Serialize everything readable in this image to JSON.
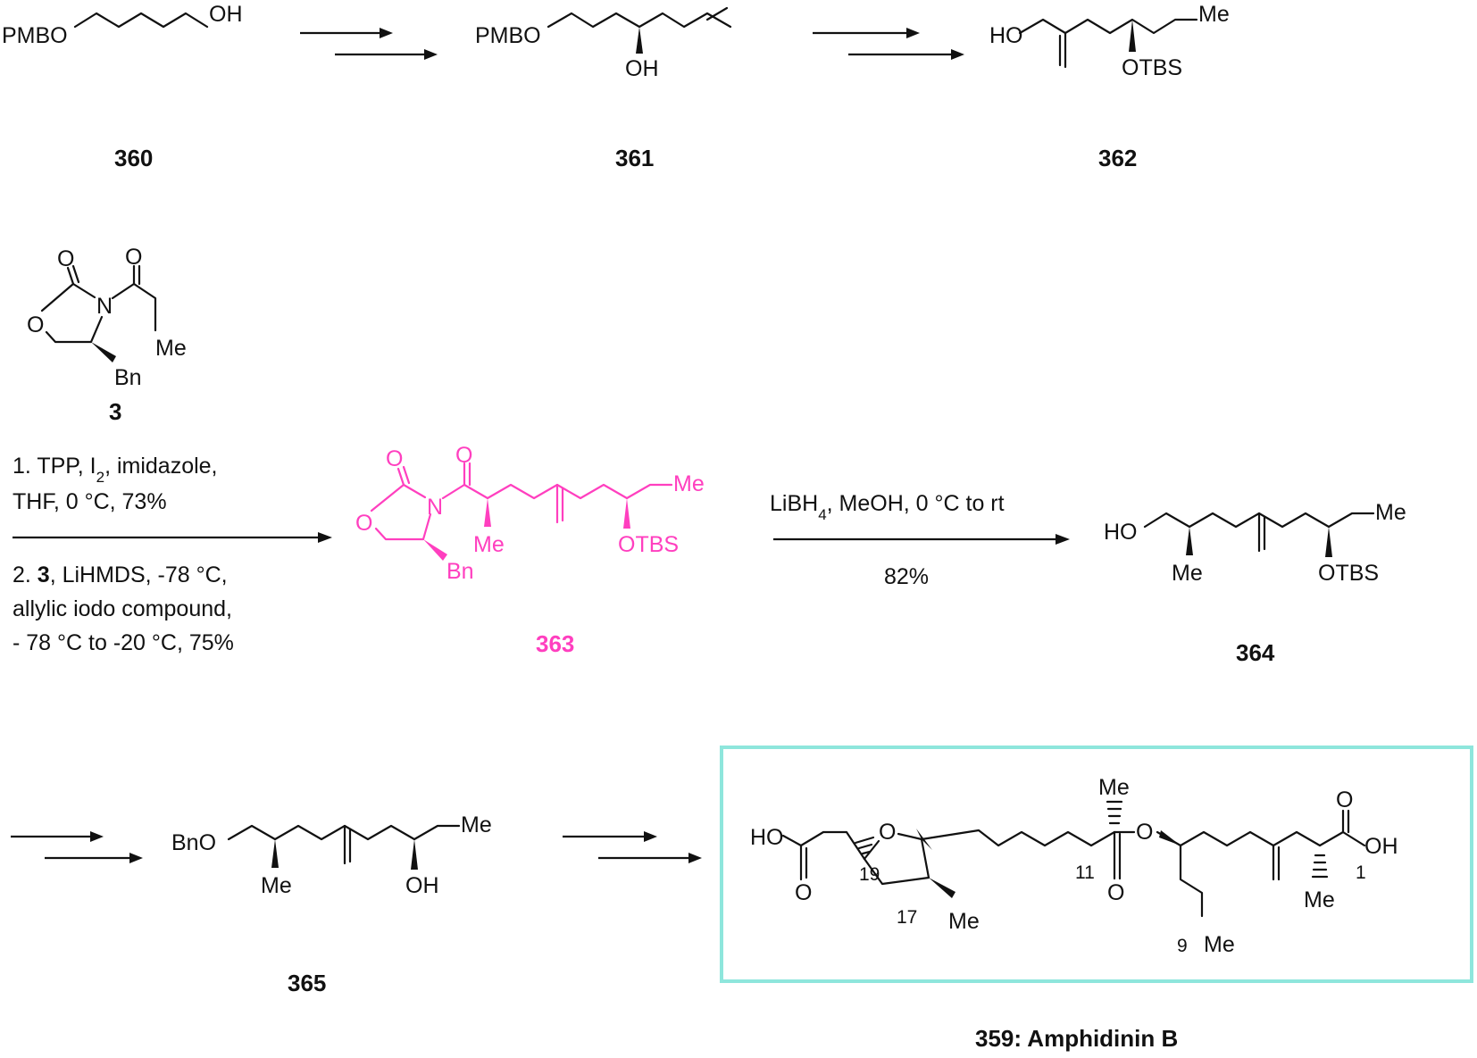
{
  "compounds": {
    "c360": {
      "id": "360",
      "labels": [
        "PMBO",
        "OH"
      ]
    },
    "c361": {
      "id": "361",
      "labels": [
        "PMBO",
        "OH"
      ]
    },
    "c362": {
      "id": "362",
      "labels": [
        "HO",
        "Me",
        "OTBS"
      ]
    },
    "c3": {
      "id": "3",
      "labels": [
        "O",
        "O",
        "N",
        "O",
        "Me",
        "Bn"
      ]
    },
    "c363": {
      "id": "363",
      "labels": [
        "O",
        "O",
        "N",
        "O",
        "Me",
        "Bn",
        "Me",
        "OTBS"
      ]
    },
    "c364": {
      "id": "364",
      "labels": [
        "HO",
        "Me",
        "OTBS",
        "Me"
      ]
    },
    "c365": {
      "id": "365",
      "labels": [
        "BnO",
        "Me",
        "OH",
        "Me"
      ]
    },
    "c359": {
      "id": "359: Amphidinin B",
      "labels": [
        "HO",
        "O",
        "O",
        "Me",
        "Me",
        "O",
        "O",
        "O",
        "OH",
        "Me",
        "Me"
      ],
      "numbers": [
        "19",
        "17",
        "11",
        "1",
        "9"
      ]
    }
  },
  "conditions": {
    "step1": [
      "1. TPP, I",
      "2",
      ", imidazole,",
      "THF, 0 °C, 73%"
    ],
    "step2": [
      "2. ",
      "3",
      ", LiHMDS, -78 °C,",
      "allylic iodo compound,",
      "- 78 °C to -20 °C, 75%"
    ],
    "step3_top": [
      "LiBH",
      "4",
      ", MeOH, 0 °C to rt"
    ],
    "step3_bottom": "82%"
  },
  "colors": {
    "highlight": "#ff3fbf",
    "box": "#8ee6dc",
    "ink": "#111111"
  }
}
